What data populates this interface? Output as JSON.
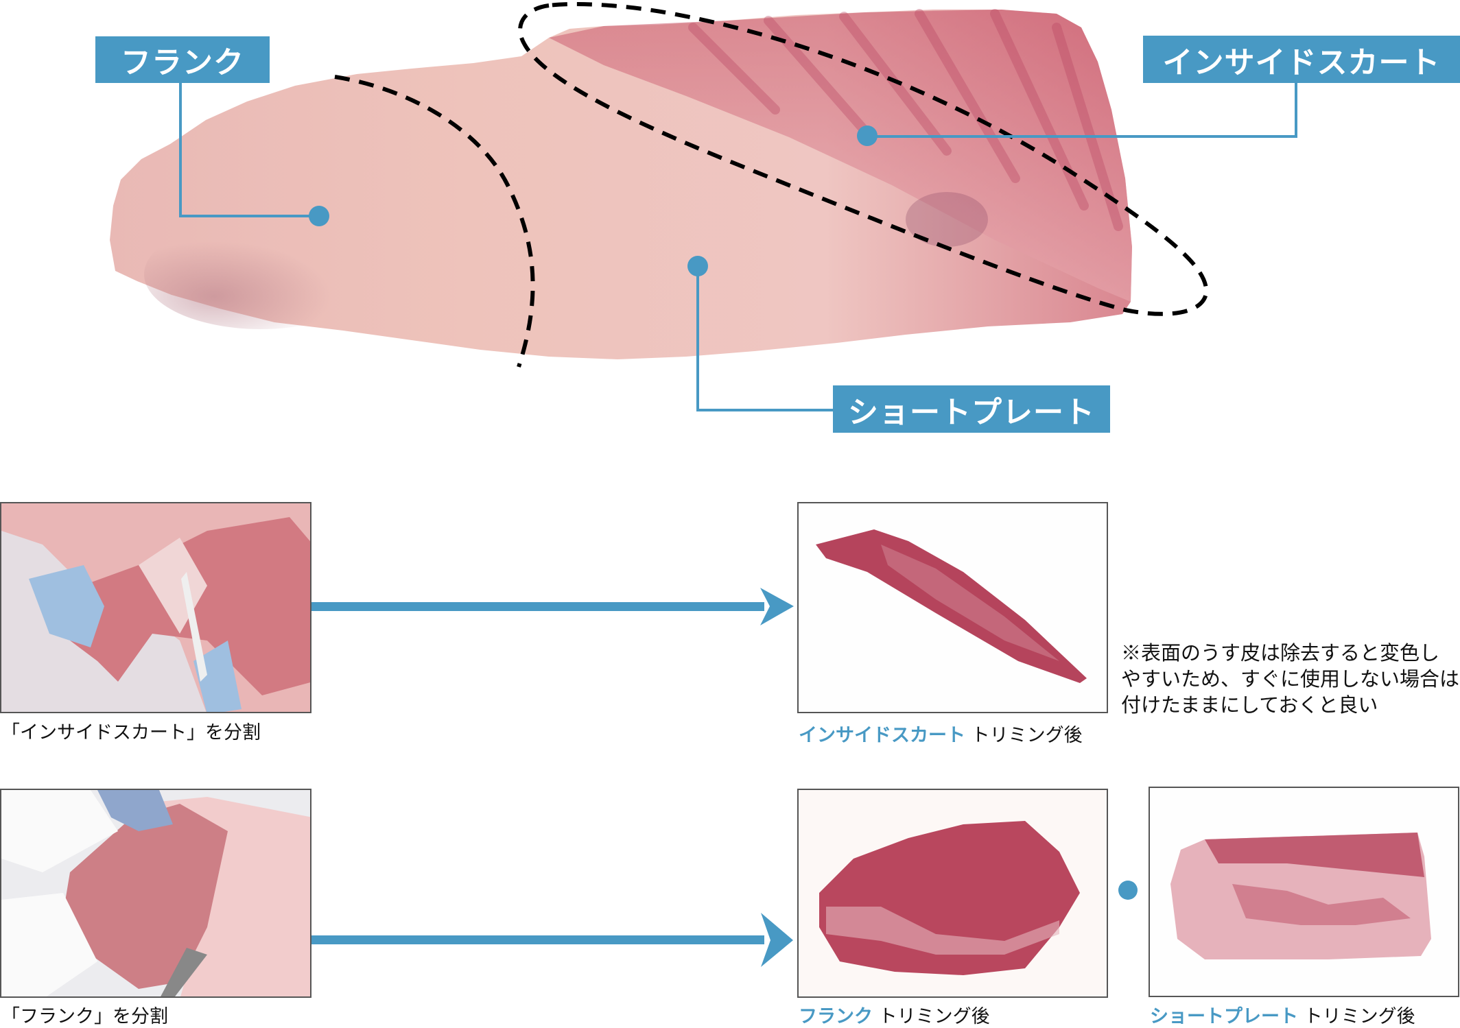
{
  "diagram": {
    "regions": [
      {
        "id": "flank",
        "label": "フランク"
      },
      {
        "id": "inside_skirt",
        "label": "インサイドスカート"
      },
      {
        "id": "short_plate",
        "label": "ショートプレート"
      }
    ],
    "accent_color": "#4899c4"
  },
  "steps": [
    {
      "process_caption": "「インサイドスカート」を分割",
      "results": [
        {
          "name": "インサイドスカート",
          "suffix": " トリミング後"
        }
      ]
    },
    {
      "process_caption": "「フランク」を分割",
      "results": [
        {
          "name": "フランク",
          "suffix": " トリミング後"
        },
        {
          "name": "ショートプレート",
          "suffix": " トリミング後"
        }
      ]
    }
  ],
  "note": {
    "lines": [
      "※表面のうす皮は除去すると変色し",
      "やすいため、すぐに使用しない場合は",
      "付けたままにしておくと良い"
    ]
  }
}
